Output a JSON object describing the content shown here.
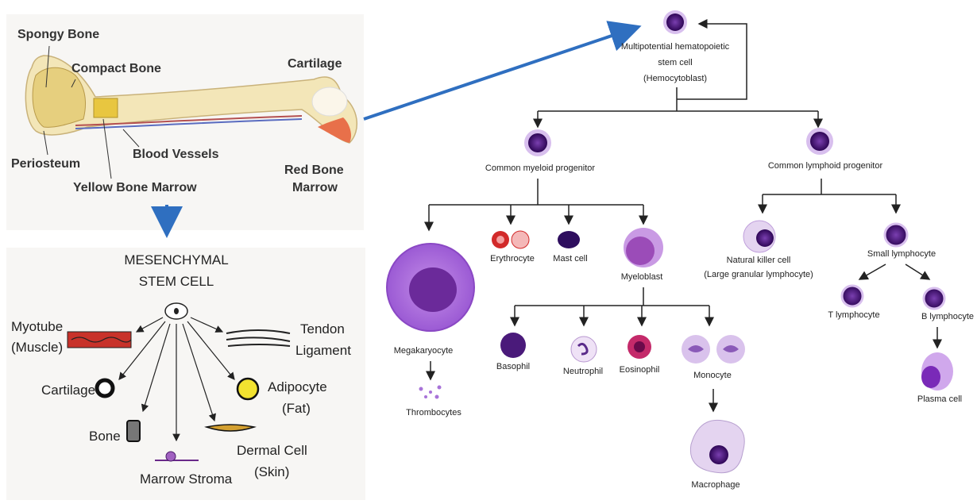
{
  "bone": {
    "spongy": "Spongy Bone",
    "compact": "Compact Bone",
    "cartilage": "Cartilage",
    "periosteum": "Periosteum",
    "blood_vessels": "Blood Vessels",
    "yellow_marrow": "Yellow Bone Marrow",
    "red_marrow_1": "Red Bone",
    "red_marrow_2": "Marrow"
  },
  "msc": {
    "title_1": "MESENCHYMAL",
    "title_2": "STEM CELL",
    "myotube_1": "Myotube",
    "myotube_2": "(Muscle)",
    "tendon_1": "Tendon",
    "tendon_2": "Ligament",
    "cartilage": "Cartilage",
    "adipocyte_1": "Adipocyte",
    "adipocyte_2": "(Fat)",
    "bone": "Bone",
    "dermal_1": "Dermal Cell",
    "dermal_2": "(Skin)",
    "stroma": "Marrow Stroma"
  },
  "hsc": {
    "stem_1": "Multipotential hematopoietic",
    "stem_2": "stem cell",
    "stem_3": "(Hemocytoblast)",
    "myeloid": "Common myeloid progenitor",
    "lymphoid": "Common lymphoid progenitor",
    "megakaryocyte": "Megakaryocyte",
    "thrombocytes": "Thrombocytes",
    "erythrocyte": "Erythrocyte",
    "mast": "Mast cell",
    "myeloblast": "Myeloblast",
    "basophil": "Basophil",
    "neutrophil": "Neutrophil",
    "eosinophil": "Eosinophil",
    "monocyte": "Monocyte",
    "macrophage": "Macrophage",
    "nk_1": "Natural killer cell",
    "nk_2": "(Large granular lymphocyte)",
    "small_lymph": "Small lymphocyte",
    "t_lymph": "T lymphocyte",
    "b_lymph": "B lymphocyte",
    "plasma": "Plasma cell"
  },
  "colors": {
    "arrow_blue": "#2f6fc0",
    "purple_dark": "#3d0a6e",
    "purple_light": "#c9a6e6",
    "bone": "#f3e6b8",
    "red_marrow": "#e8704a"
  }
}
